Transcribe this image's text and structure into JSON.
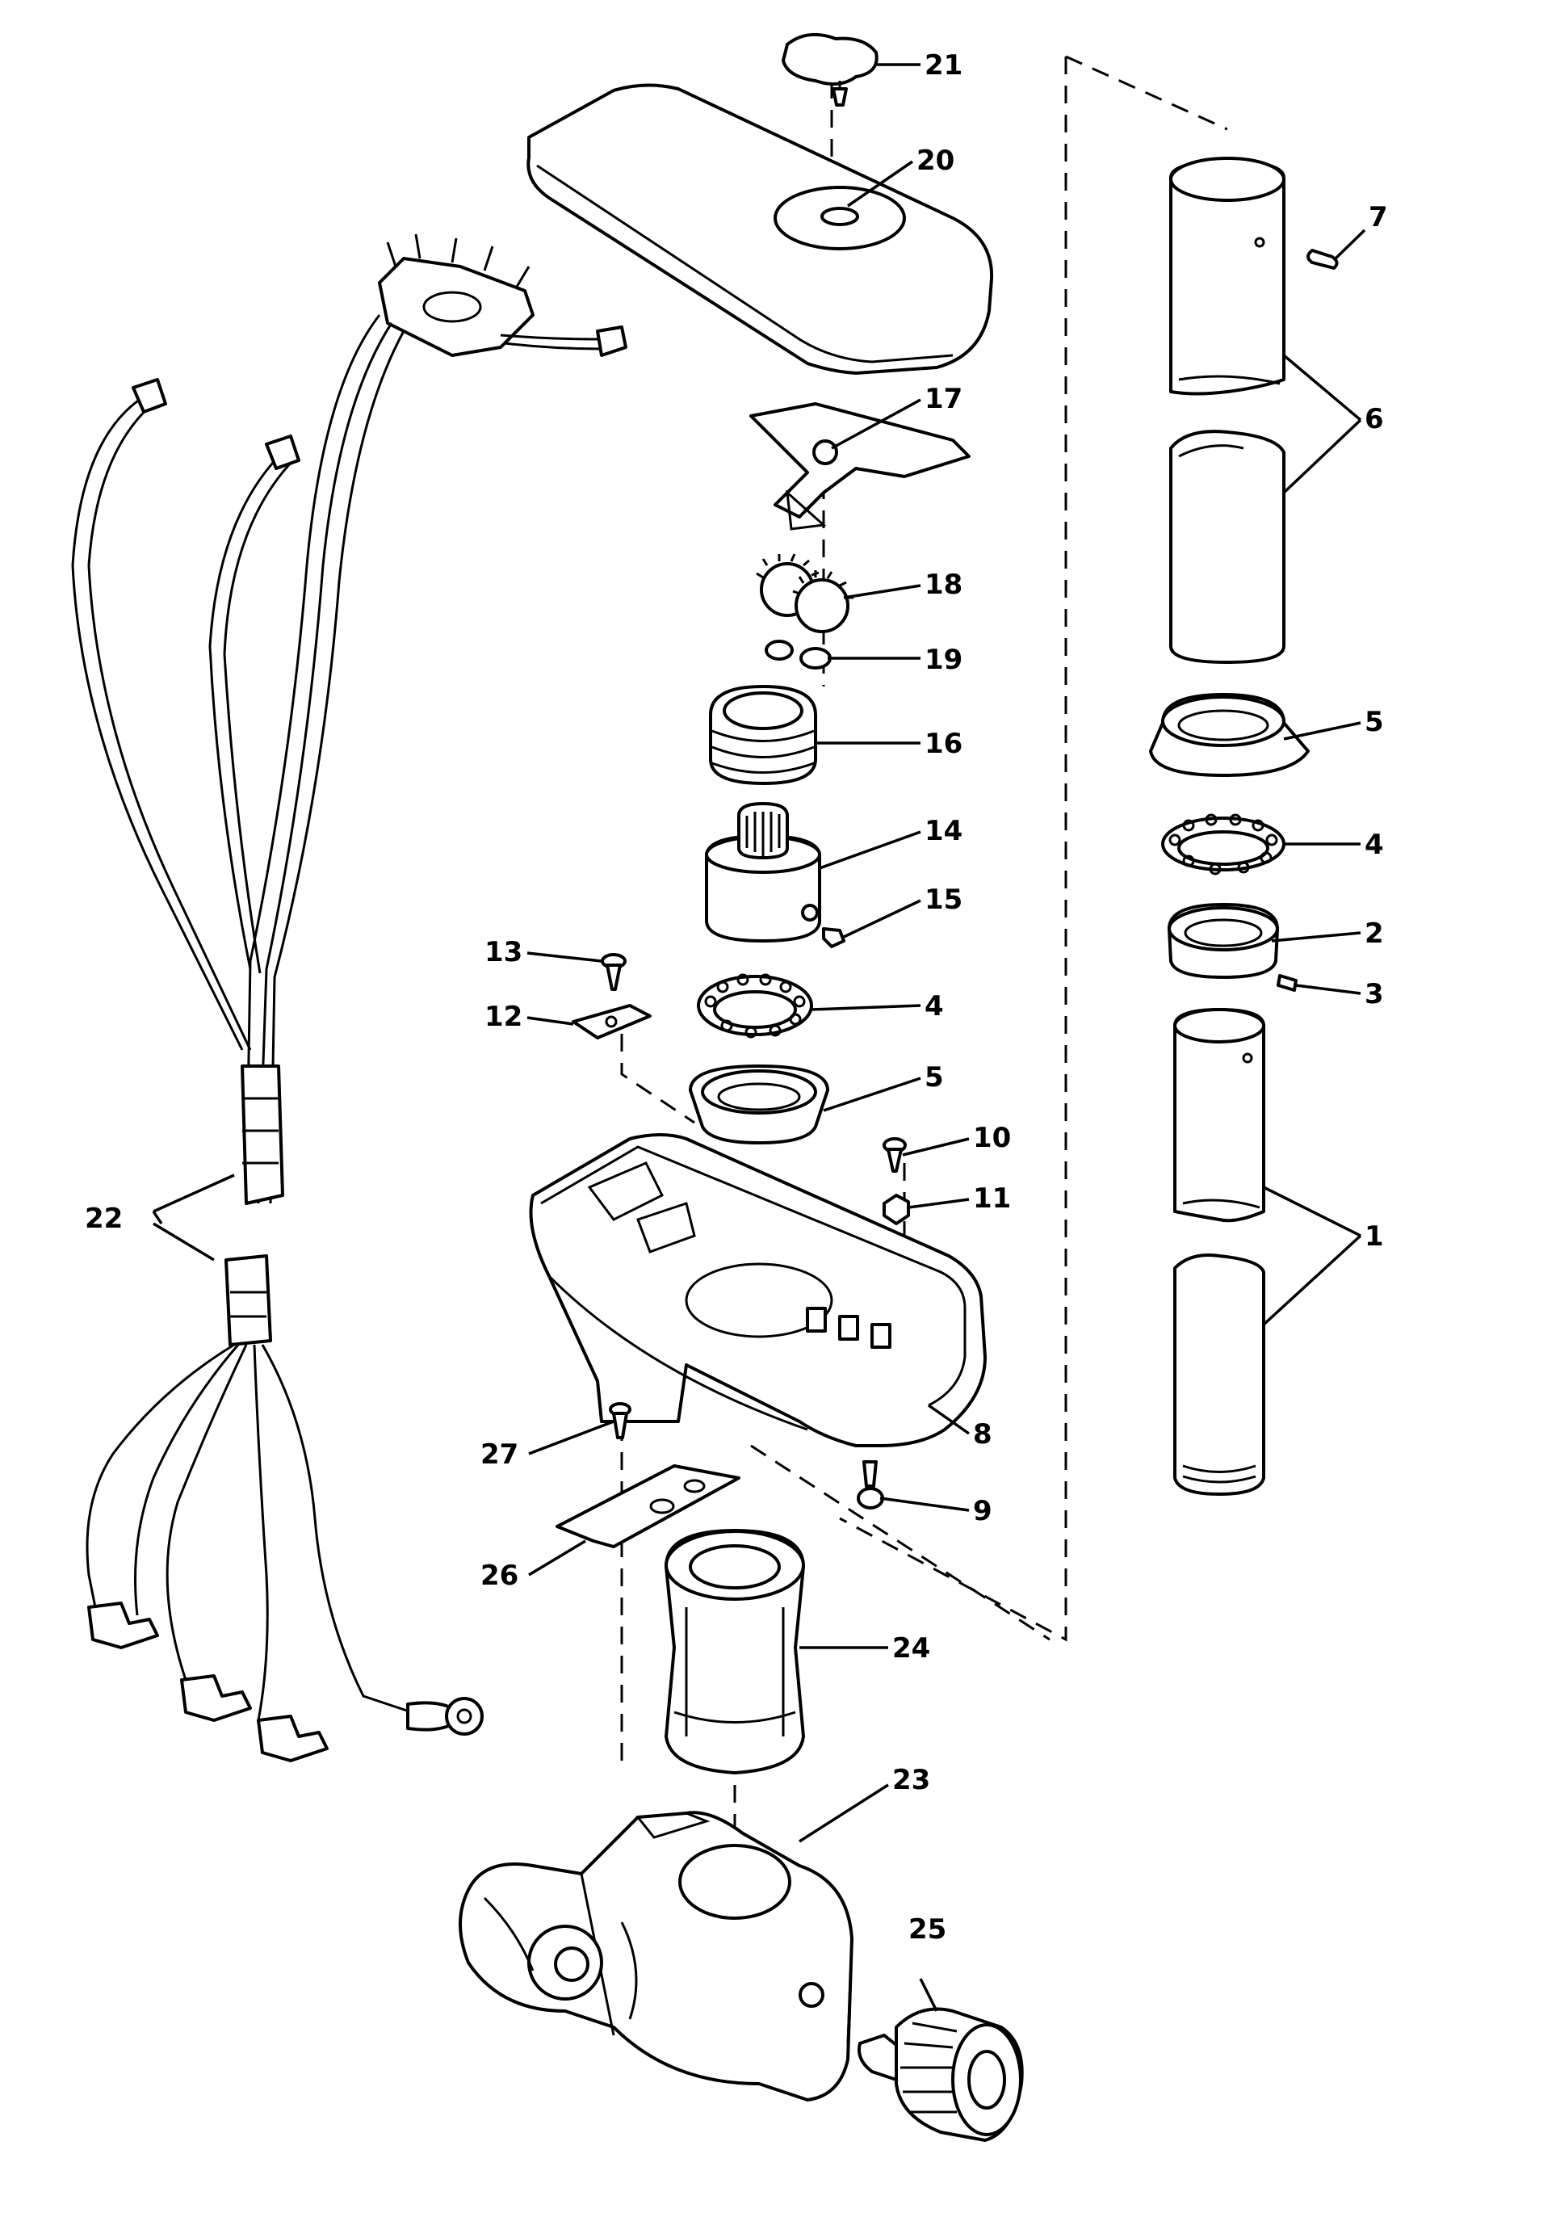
{
  "callouts": [
    {
      "id": "c21",
      "label": "21"
    },
    {
      "id": "c20",
      "label": "20"
    },
    {
      "id": "c7",
      "label": "7"
    },
    {
      "id": "c6",
      "label": "6"
    },
    {
      "id": "c17",
      "label": "17"
    },
    {
      "id": "c18",
      "label": "18"
    },
    {
      "id": "c19",
      "label": "19"
    },
    {
      "id": "c16",
      "label": "16"
    },
    {
      "id": "c5a",
      "label": "5"
    },
    {
      "id": "c14",
      "label": "14"
    },
    {
      "id": "c4a",
      "label": "4"
    },
    {
      "id": "c15",
      "label": "15"
    },
    {
      "id": "c2",
      "label": "2"
    },
    {
      "id": "c13",
      "label": "13"
    },
    {
      "id": "c3",
      "label": "3"
    },
    {
      "id": "c12",
      "label": "12"
    },
    {
      "id": "c4b",
      "label": "4"
    },
    {
      "id": "c5b",
      "label": "5"
    },
    {
      "id": "c10",
      "label": "10"
    },
    {
      "id": "c11",
      "label": "11"
    },
    {
      "id": "c1",
      "label": "1"
    },
    {
      "id": "c22",
      "label": "22"
    },
    {
      "id": "c8",
      "label": "8"
    },
    {
      "id": "c27",
      "label": "27"
    },
    {
      "id": "c9",
      "label": "9"
    },
    {
      "id": "c26",
      "label": "26"
    },
    {
      "id": "c24",
      "label": "24"
    },
    {
      "id": "c23",
      "label": "23"
    },
    {
      "id": "c25",
      "label": "25"
    }
  ]
}
